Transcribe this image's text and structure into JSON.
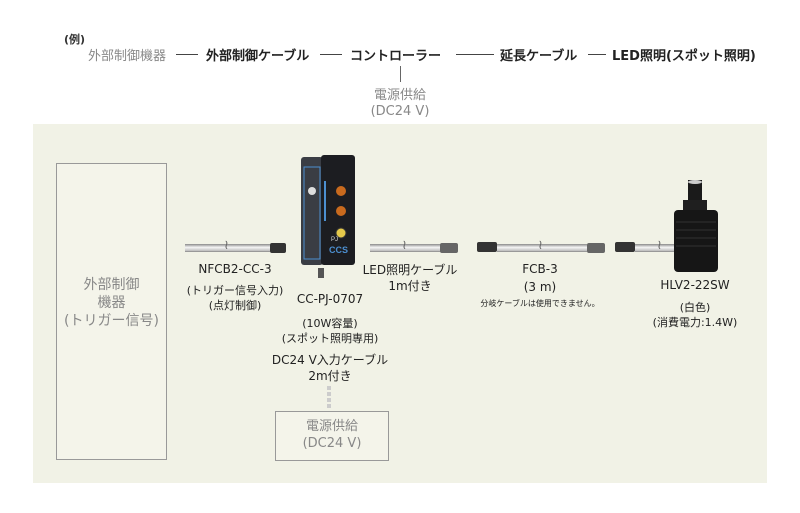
{
  "example_label": "(例)",
  "chain": {
    "external_device": "外部制御機器",
    "external_cable": "外部制御ケーブル",
    "controller": "コントローラー",
    "extension_cable": "延長ケーブル",
    "led_light": "LED照明(スポット照明)",
    "power_supply_line1": "電源供給",
    "power_supply_line2": "(DC24 V)"
  },
  "diagram": {
    "external_device_box": [
      "外部制御",
      "機器",
      "(トリガー信号)"
    ],
    "trigger_cable": {
      "model": "NFCB2-CC-3",
      "notes": [
        "(トリガー信号入力)",
        "(点灯制御)"
      ]
    },
    "controller": {
      "model": "CC-PJ-0707",
      "notes": [
        "(10W容量)",
        "(スポット照明専用)"
      ],
      "input_cable": [
        "DC24 V入力ケーブル",
        "2m付き"
      ],
      "brand": "CCS",
      "series": "PJ"
    },
    "led_cable": [
      "LED照明ケーブル",
      "1m付き"
    ],
    "extension_cable": {
      "model": "FCB-3",
      "length": "(3 m)",
      "note": "分岐ケーブルは使用できません。"
    },
    "light": {
      "model": "HLV2-22SW",
      "notes": [
        "(白色)",
        "(消費電力:1.4W)"
      ]
    },
    "power_box": [
      "電源供給",
      "(DC24 V)"
    ]
  }
}
